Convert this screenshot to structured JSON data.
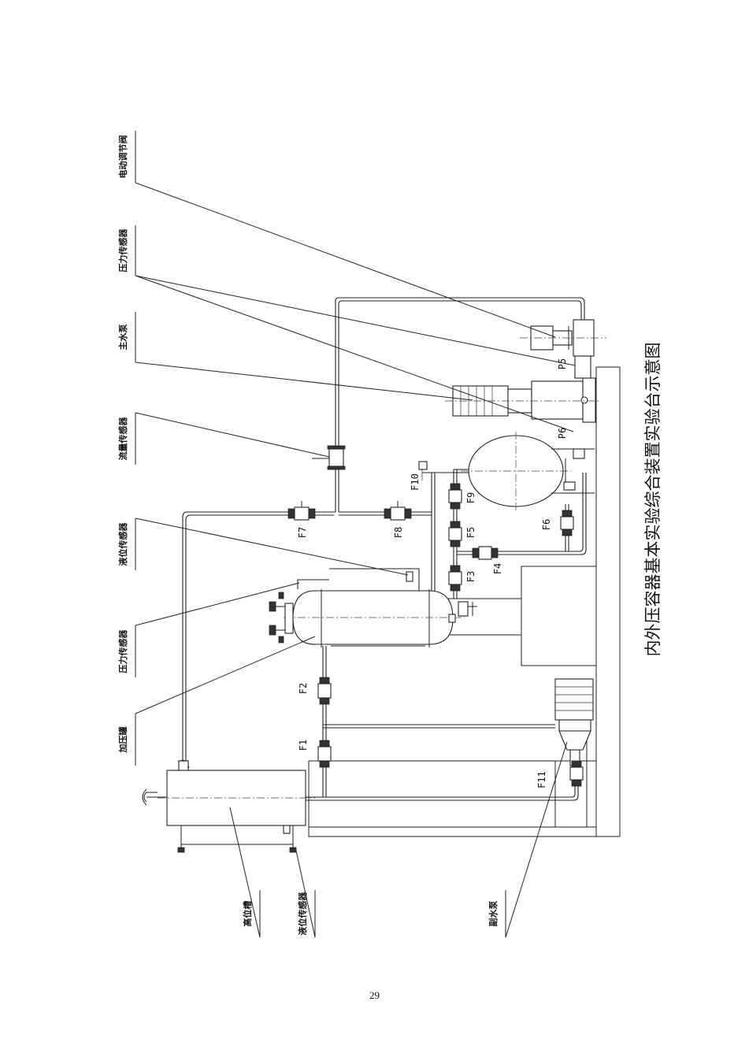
{
  "title": "内外压容器基本实验综合装置实验台示意图",
  "page_number": "29",
  "labels": {
    "electric_valve": "电动调节阀",
    "pressure_sensor_top": "压力传感器",
    "main_pump": "主水泵",
    "flow_sensor": "流量传感器",
    "level_sensor_top": "液位传感器",
    "pressure_sensor_mid": "压力传感器",
    "pressure_tank": "加压罐",
    "high_tank": "高位槽",
    "level_sensor_bottom": "液位传感器",
    "aux_pump": "副水泵"
  },
  "codes": {
    "P5": "P5",
    "P6": "P6",
    "F1": "F1",
    "F2": "F2",
    "F3": "F3",
    "F4": "F4",
    "F5": "F5",
    "F6": "F6",
    "F7": "F7",
    "F8": "F8",
    "F9": "F9",
    "F10": "F10",
    "F11": "F11"
  }
}
